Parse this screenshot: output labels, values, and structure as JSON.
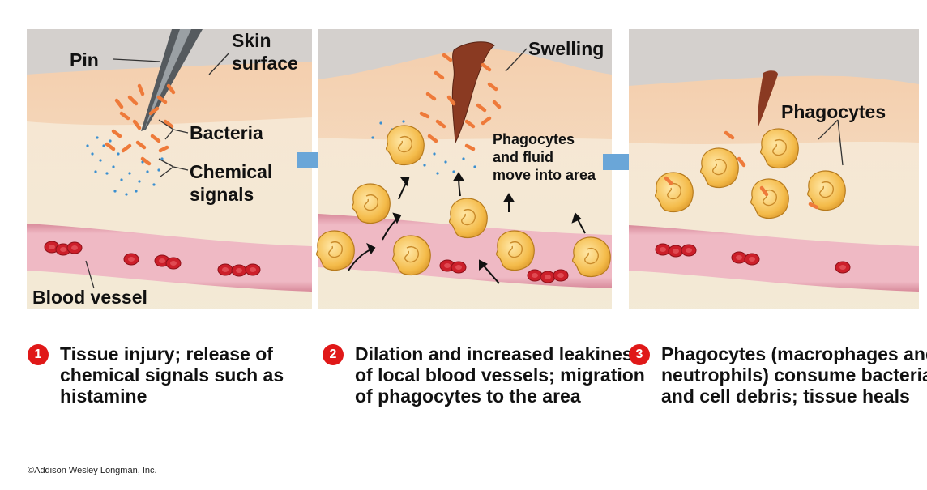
{
  "panel1": {
    "pin_label": "Pin",
    "skin_label_1": "Skin",
    "skin_label_2": "surface",
    "bacteria_label": "Bacteria",
    "chem_label_1": "Chemical",
    "chem_label_2": "signals",
    "vessel_label": "Blood vessel"
  },
  "panel2": {
    "swelling_label": "Swelling",
    "move_label_1": "Phagocytes",
    "move_label_2": "and fluid",
    "move_label_3": "move into area"
  },
  "panel3": {
    "phagocytes_label": "Phagocytes"
  },
  "steps": [
    {
      "number": "1",
      "text": "Tissue injury; release of chemical  signals such as histamine"
    },
    {
      "number": "2",
      "text": "Dilation and increased leakiness of local blood vessels; migration of phagocytes to the area"
    },
    {
      "number": "3",
      "text": "Phagocytes (macrophages and neutrophils) consume bacteria and cell debris; tissue heals"
    }
  ],
  "copyright": "©Addison Wesley Longman, Inc.",
  "colors": {
    "skin": "#f2c9a6",
    "tissue": "#f3ead6",
    "vessel": "#e9a8b5",
    "blood_cell": "#cc1f2a",
    "phagocyte": "#f2b84a",
    "bacteria": "#ee7a3a",
    "signal": "#3a8fd0",
    "arrow": "#6aa6d8",
    "badge": "#e01818"
  }
}
